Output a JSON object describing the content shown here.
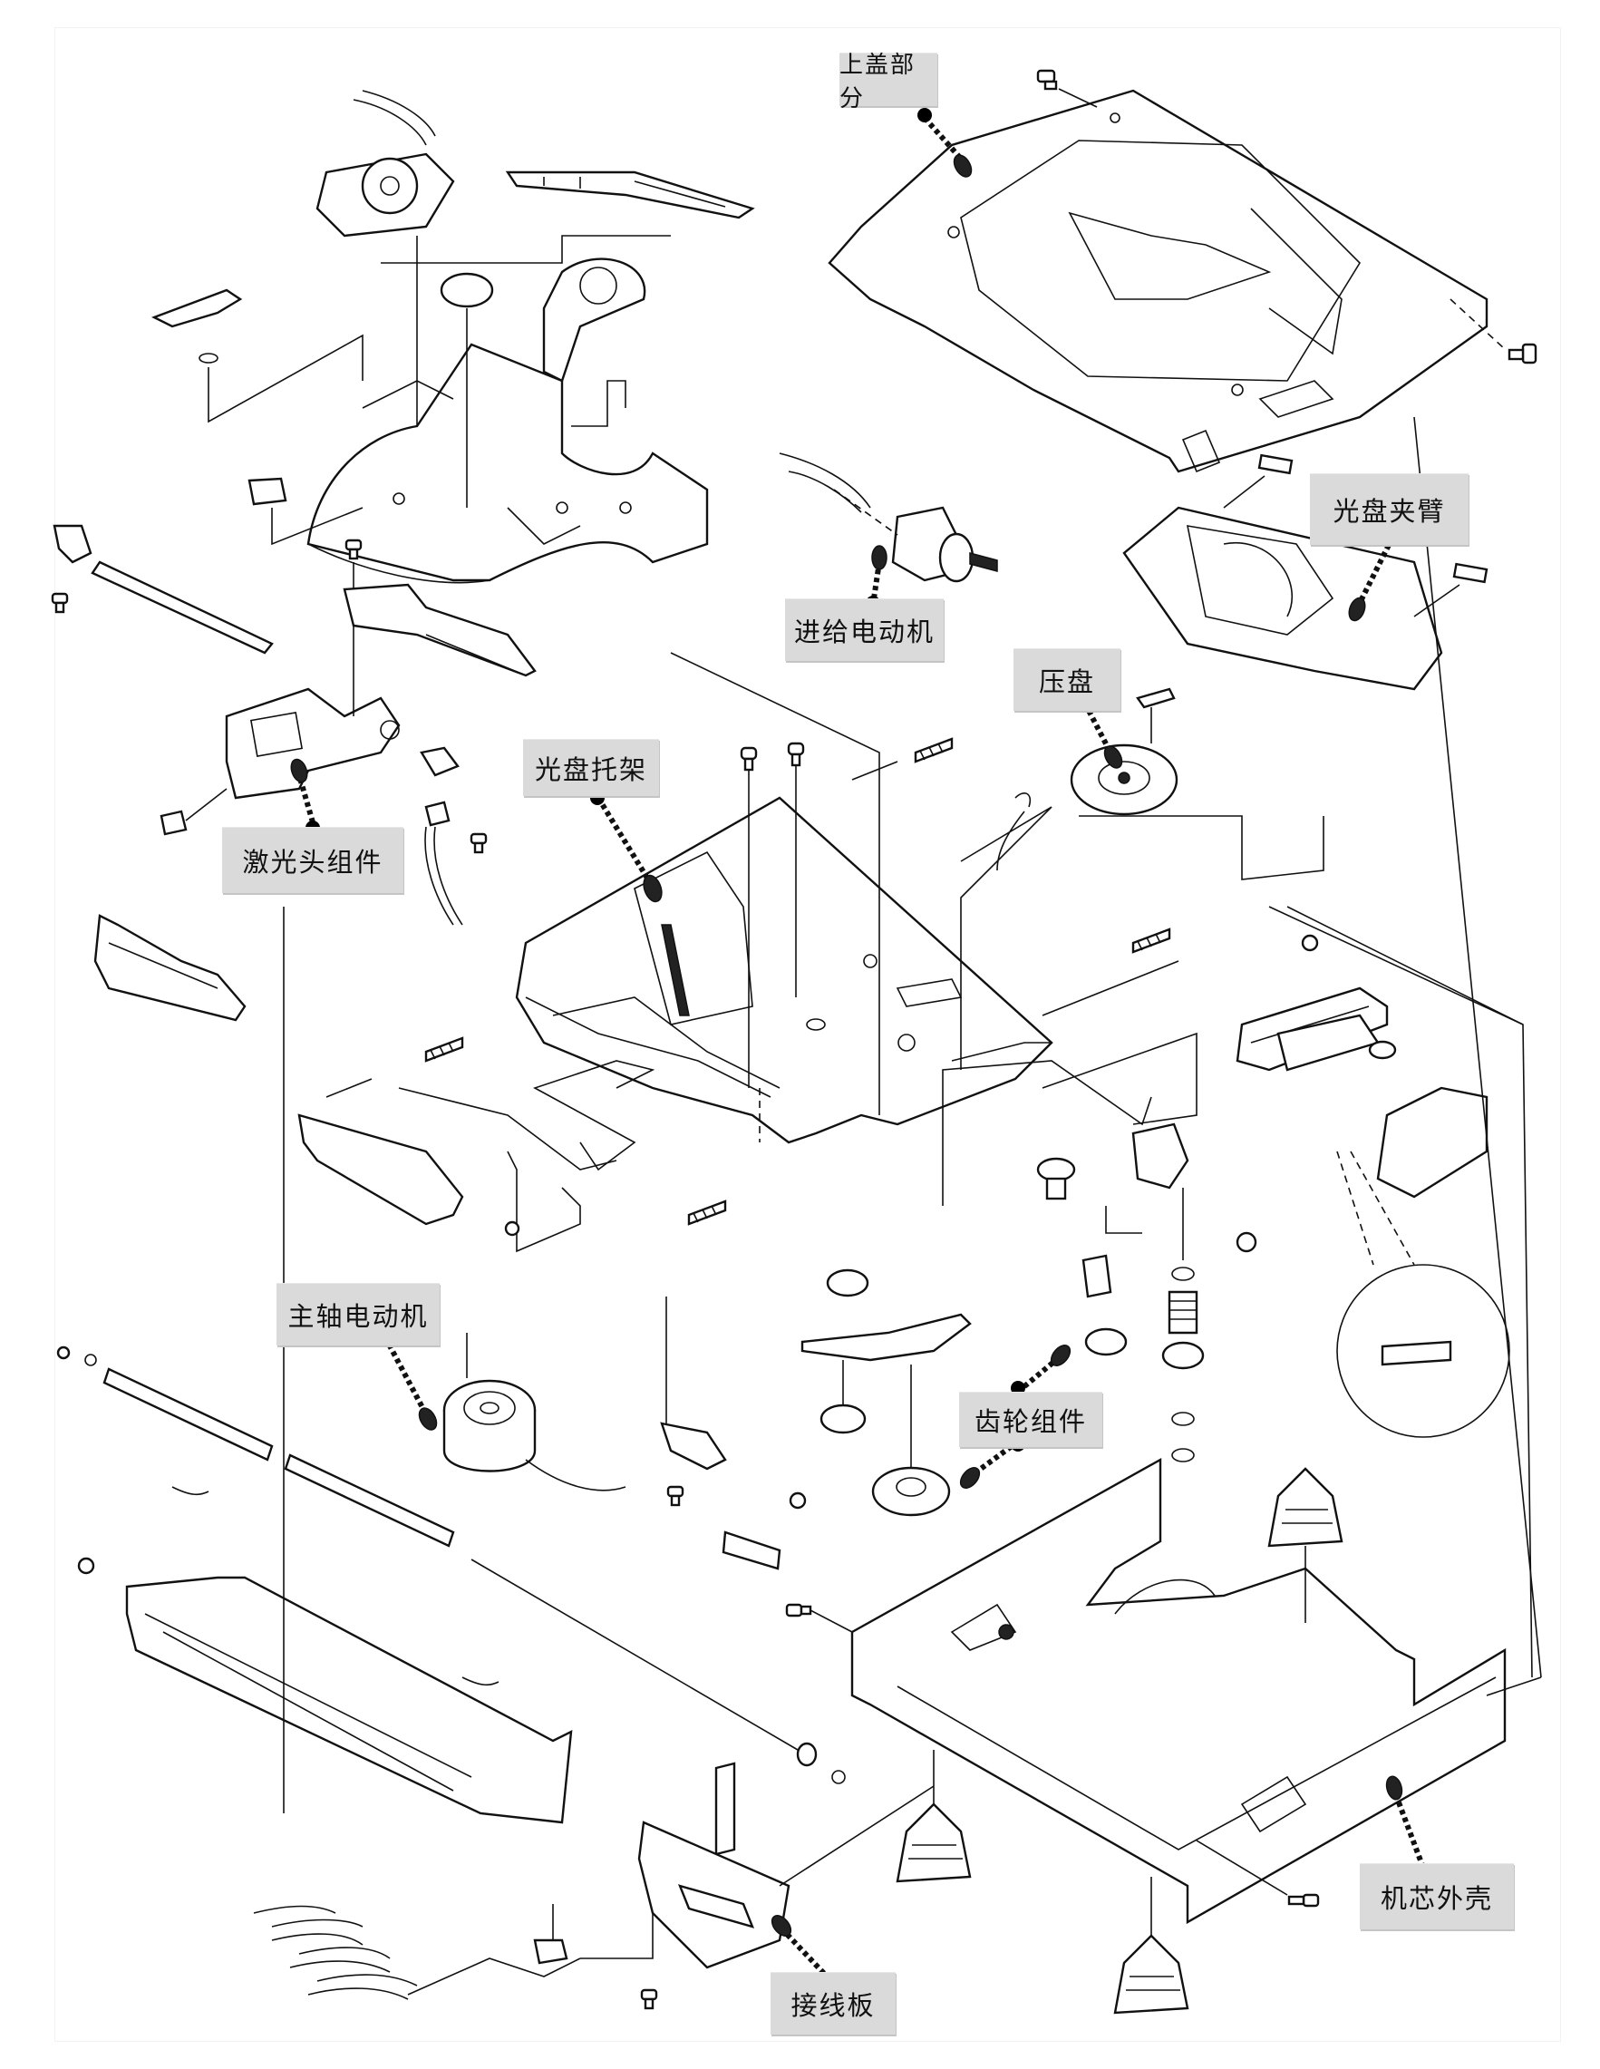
{
  "diagram": {
    "type": "exploded-view",
    "subject": "optical disc drive mechanism",
    "labels": [
      {
        "id": "top-cover",
        "text": "上盖部分"
      },
      {
        "id": "disc-clamp-arm",
        "text": "光盘夹臂"
      },
      {
        "id": "feed-motor",
        "text": "进给电动机"
      },
      {
        "id": "clamper",
        "text": "压盘"
      },
      {
        "id": "disc-tray",
        "text": "光盘托架"
      },
      {
        "id": "laser-pickup",
        "text": "激光头组件"
      },
      {
        "id": "spindle-motor",
        "text": "主轴电动机"
      },
      {
        "id": "gear-assembly",
        "text": "齿轮组件"
      },
      {
        "id": "chassis-housing",
        "text": "机芯外壳"
      },
      {
        "id": "wiring-board",
        "text": "接线板"
      }
    ]
  }
}
